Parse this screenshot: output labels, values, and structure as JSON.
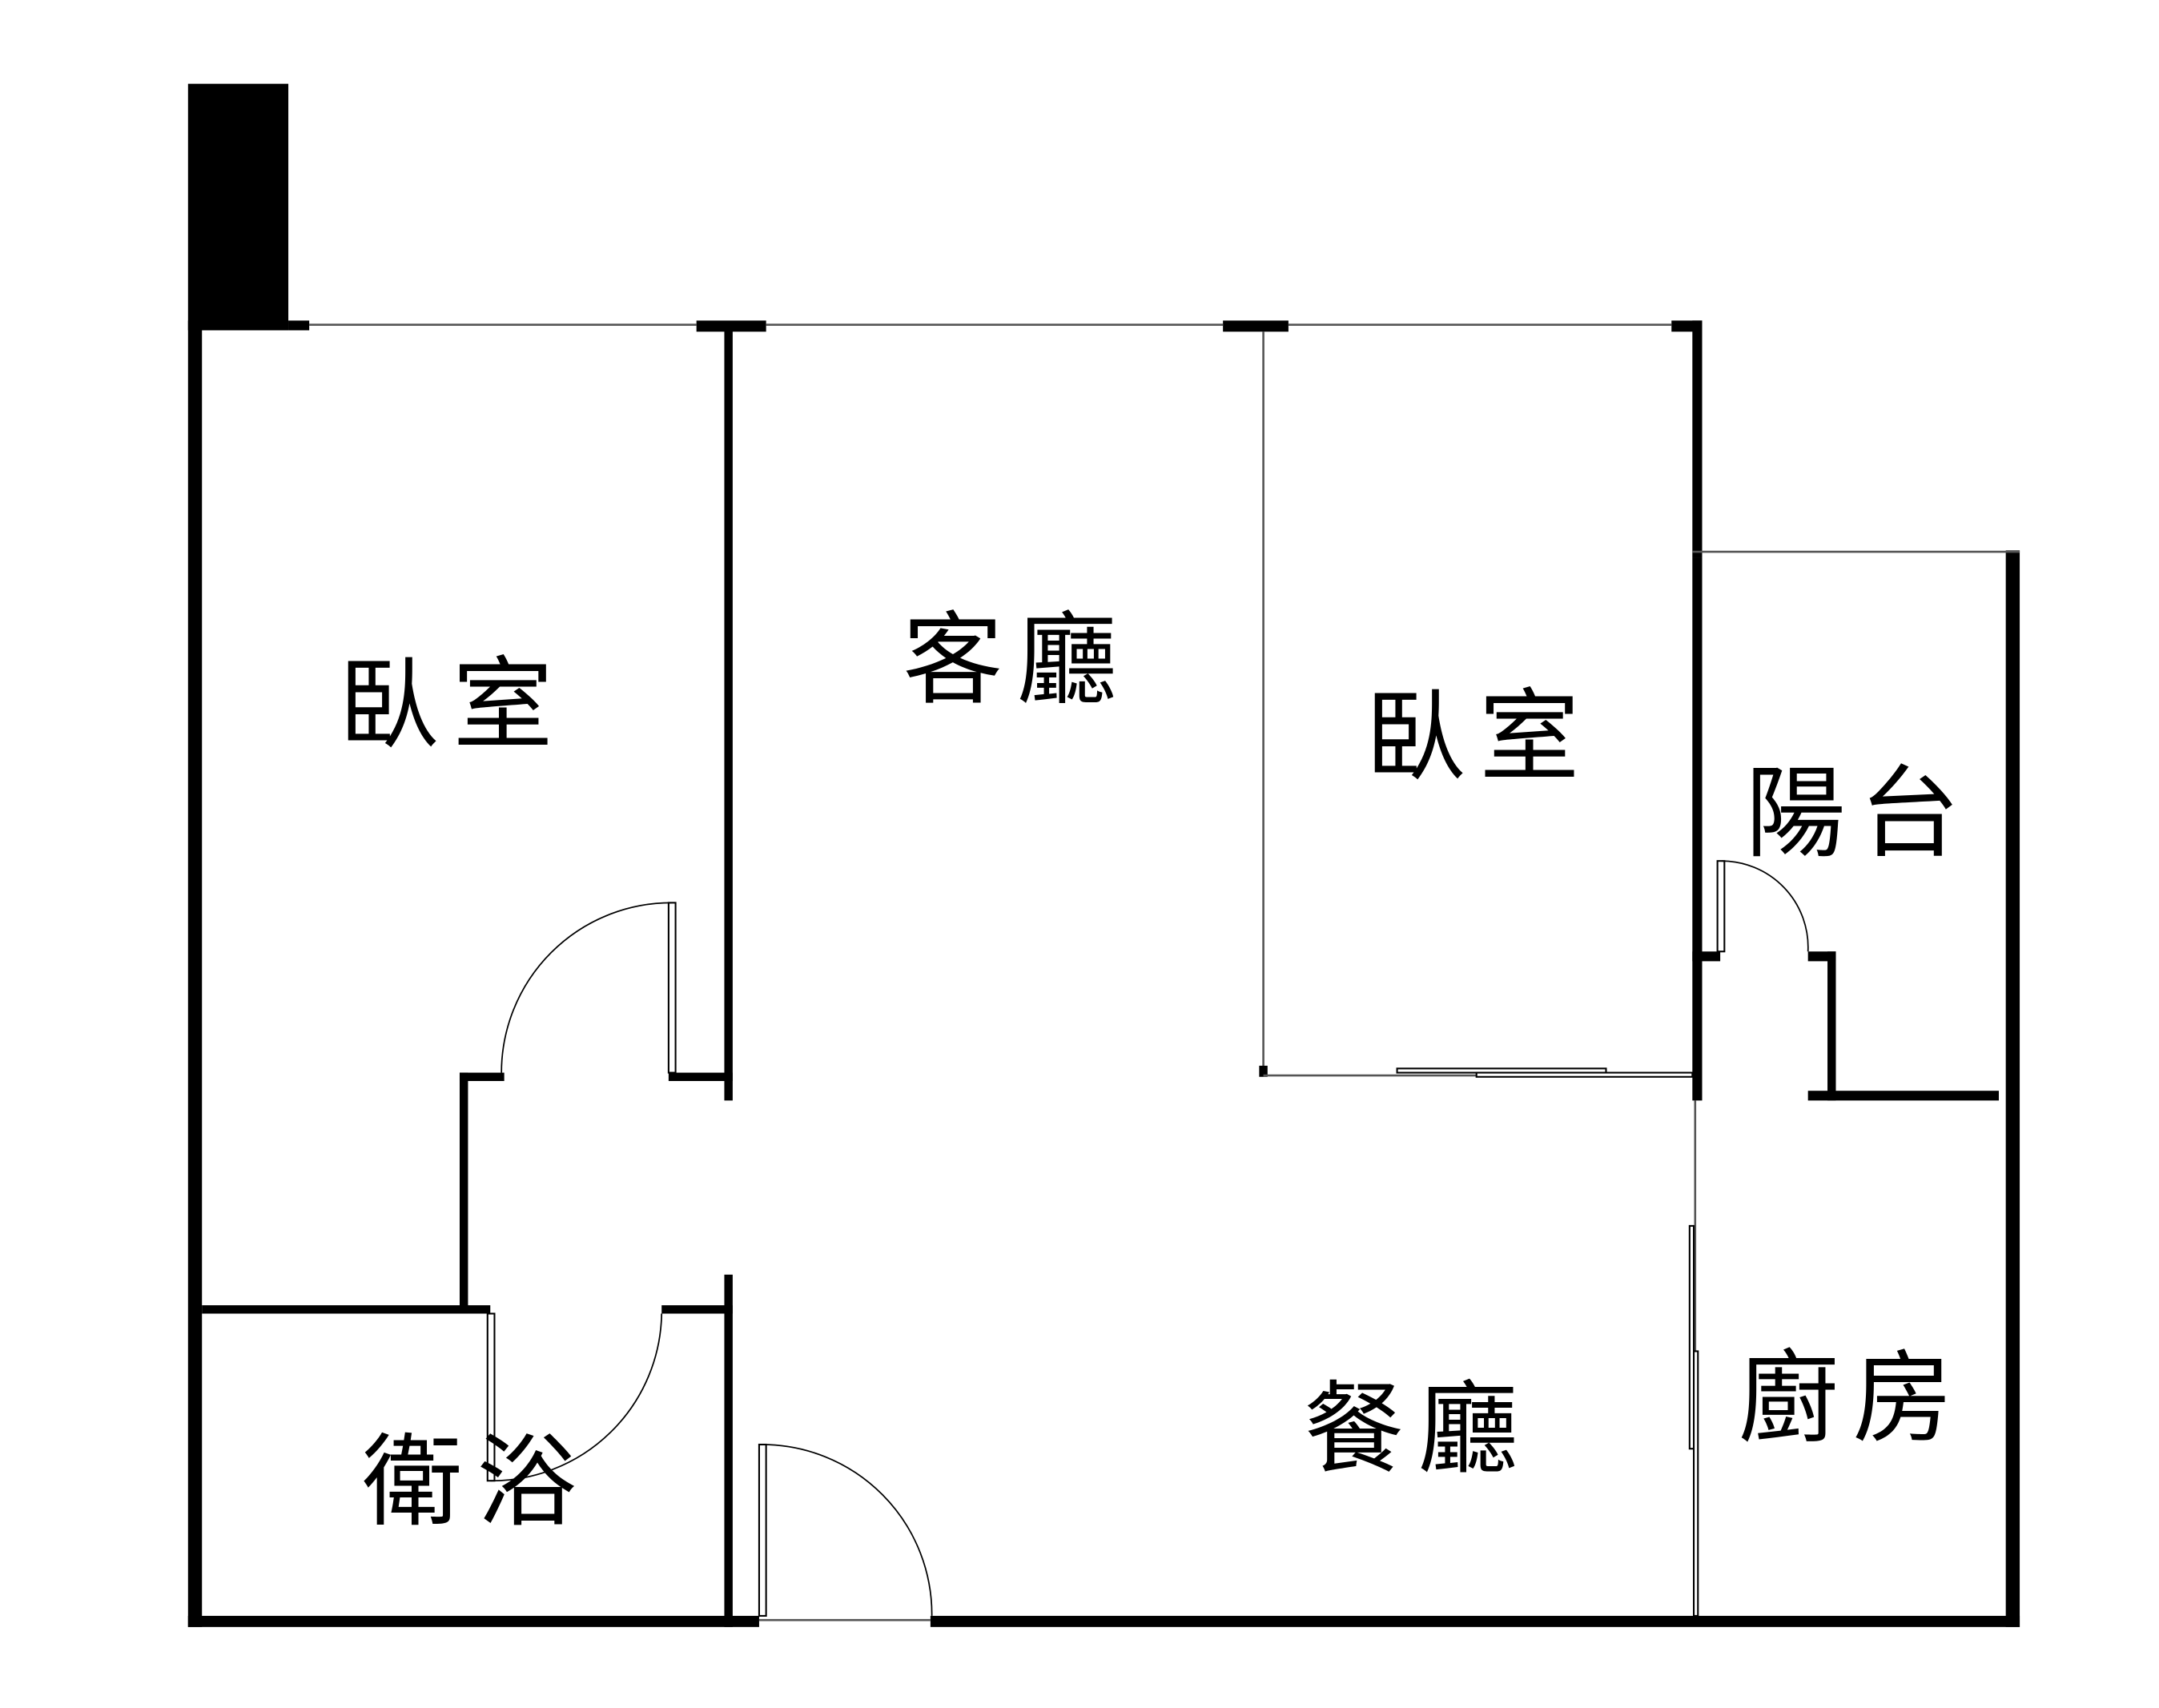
{
  "rooms": {
    "bedroom_left": "臥室",
    "living_room": "客廳",
    "bedroom_right": "臥室",
    "balcony": "陽台",
    "bathroom": "衛浴",
    "dining_room": "餐廳",
    "kitchen": "廚房"
  }
}
